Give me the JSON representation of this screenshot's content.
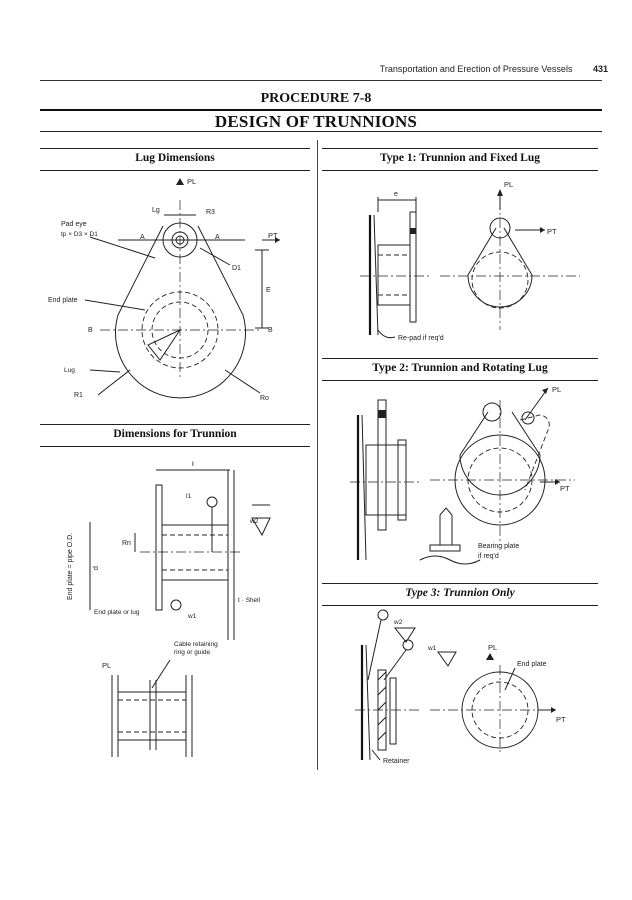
{
  "header": {
    "running_title": "Transportation and Erection of Pressure Vessels",
    "page_number": "431"
  },
  "procedure": "PROCEDURE 7-8",
  "title": "DESIGN OF TRUNNIONS",
  "sections": {
    "lug_dimensions": "Lug Dimensions",
    "dimensions_trunnion": "Dimensions for Trunnion",
    "type1": "Type 1: Trunnion and Fixed Lug",
    "type2": "Type 2: Trunnion and Rotating Lug",
    "type3": "Type 3: Trunnion Only"
  },
  "labels": {
    "pl": "PL",
    "pt": "PT",
    "pad_eye": "Pad eye",
    "pad_eye_dims": "tp × D3 × D1",
    "lg": "Lg",
    "r3": "R3",
    "a": "A",
    "d1": "D1",
    "e": "E",
    "end_plate": "End plate",
    "b": "B",
    "lug": "Lug",
    "r1": "R1",
    "ro": "Ro",
    "e_dim": "e",
    "re_pad": "Re-pad if req'd",
    "bearing_plate": "Bearing plate",
    "if_reqd": "if req'd",
    "w2": "w2",
    "w1": "w1",
    "retainer": "Retainer",
    "l_dim": "ℓ",
    "l1": "l1",
    "rn": "Rn",
    "end_plate_pipe": "End plate = pipe O.D.",
    "d_dim": "d",
    "t_shell": "t · Shell",
    "end_plate_or_lug": "End plate or lug",
    "cable_retaining": "Cable retaining",
    "ring_or_guide": "ring or guide"
  }
}
